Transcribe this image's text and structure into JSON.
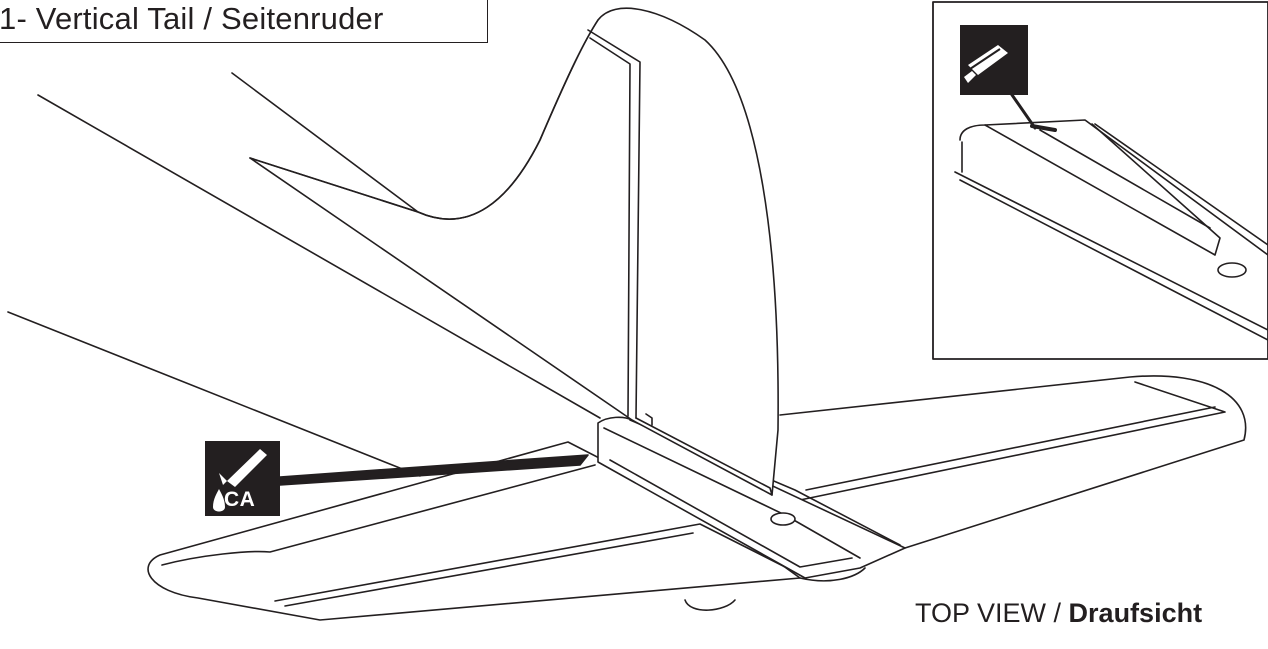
{
  "title": "1- Vertical Tail / Seitenruder",
  "view_label": {
    "normal": "TOP VIEW / ",
    "bold": "Draufsicht"
  },
  "icons": {
    "ca_glue": {
      "name": "ca-glue-icon",
      "text": "CA"
    },
    "foam_glue": {
      "name": "foam-glue-icon"
    }
  },
  "colors": {
    "line": "#231f20",
    "background": "#ffffff"
  }
}
